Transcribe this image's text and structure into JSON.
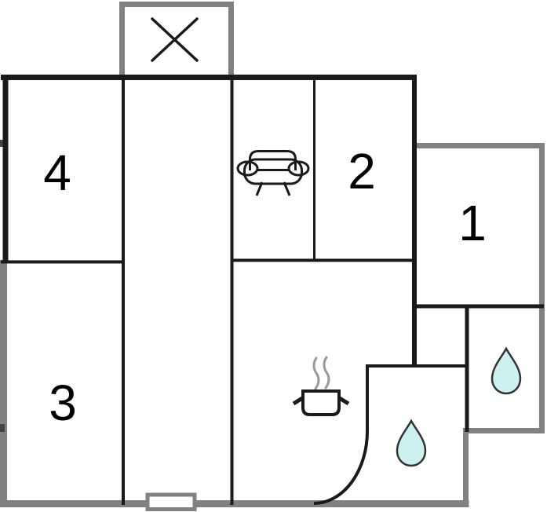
{
  "title": "apartment-floor-plan",
  "rooms": [
    {
      "id": "room-1",
      "label": "1"
    },
    {
      "id": "room-2",
      "label": "2"
    },
    {
      "id": "room-3",
      "label": "3"
    },
    {
      "id": "room-4",
      "label": "4"
    }
  ],
  "icons": {
    "cross": "crossed-area-icon",
    "sofa": "sofa-icon",
    "pot": "cooking-pot-icon",
    "steam": "steam-lines-icon",
    "water_drop_1": "water-drop-icon",
    "water_drop_2": "water-drop-icon",
    "entrance": "entrance-door"
  },
  "colors": {
    "background": "#ffffff",
    "wall_black": "#1a1a1a",
    "wall_gray": "#818181",
    "water_fill": "#ccf1ef",
    "water_stroke": "#333333",
    "steam_gray": "#999999"
  }
}
